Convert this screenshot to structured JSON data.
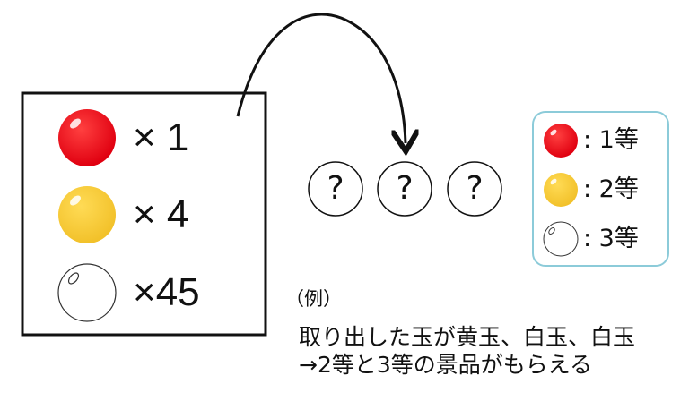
{
  "colors": {
    "red": "#e8141e",
    "yellow": "#f7cd36",
    "white": "#ffffff",
    "legend_border": "#8ccbd9"
  },
  "bag": {
    "items": [
      {
        "ball": "red-ball",
        "count": "× 1"
      },
      {
        "ball": "yellow-ball",
        "count": "× 4"
      },
      {
        "ball": "white-ball",
        "count": "×45"
      }
    ]
  },
  "draws": [
    "?",
    "?",
    "?"
  ],
  "legend": {
    "items": [
      {
        "ball": "red-ball",
        "label": ": 1等"
      },
      {
        "ball": "yellow-ball",
        "label": ": 2等"
      },
      {
        "ball": "white-ball",
        "label": ": 3等"
      }
    ]
  },
  "example": {
    "heading": "（例）",
    "line1": "取り出した玉が黄玉、白玉、白玉",
    "line2": "→2等と3等の景品がもらえる"
  }
}
